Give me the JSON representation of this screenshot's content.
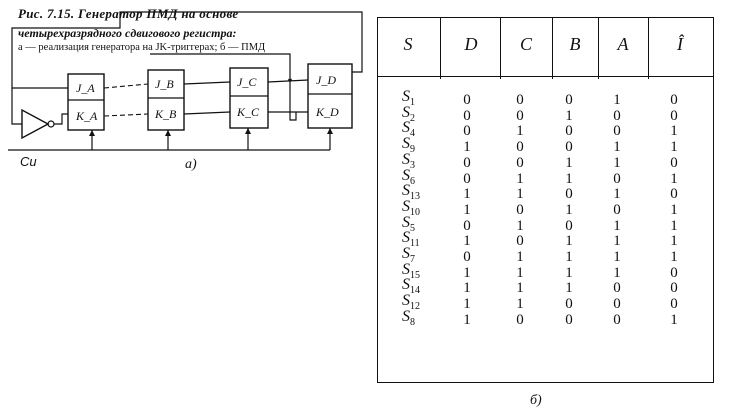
{
  "caption": {
    "line1": "Рис.    7.15.    Генератор   ПМД    на    основе",
    "line2": "четырехразрядного сдвигового регистра:",
    "line3": "а — реализация генератора на JK-триггерах; б — ПМД"
  },
  "circuit": {
    "flipflops": [
      {
        "j": "J_A",
        "k": "K_A"
      },
      {
        "j": "J_B",
        "k": "K_B"
      },
      {
        "j": "J_C",
        "k": "K_C"
      },
      {
        "j": "J_D",
        "k": "K_D"
      }
    ],
    "clock_label": "Си",
    "sublabel": "а)"
  },
  "table": {
    "headers": [
      "S",
      "D",
      "C",
      "B",
      "A",
      "Î"
    ],
    "rows": [
      {
        "s": "S",
        "n": "1",
        "vals": [
          "0",
          "0",
          "0",
          "1",
          "0"
        ]
      },
      {
        "s": "S",
        "n": "2",
        "vals": [
          "0",
          "0",
          "1",
          "0",
          "0"
        ]
      },
      {
        "s": "S",
        "n": "4",
        "vals": [
          "0",
          "1",
          "0",
          "0",
          "1"
        ]
      },
      {
        "s": "S",
        "n": "9",
        "vals": [
          "1",
          "0",
          "0",
          "1",
          "1"
        ]
      },
      {
        "s": "S",
        "n": "3",
        "vals": [
          "0",
          "0",
          "1",
          "1",
          "0"
        ]
      },
      {
        "s": "S",
        "n": "6",
        "vals": [
          "0",
          "1",
          "1",
          "0",
          "1"
        ]
      },
      {
        "s": "S",
        "n": "13",
        "vals": [
          "1",
          "1",
          "0",
          "1",
          "0"
        ]
      },
      {
        "s": "S",
        "n": "10",
        "vals": [
          "1",
          "0",
          "1",
          "0",
          "1"
        ]
      },
      {
        "s": "S",
        "n": "5",
        "vals": [
          "0",
          "1",
          "0",
          "1",
          "1"
        ]
      },
      {
        "s": "S",
        "n": "11",
        "vals": [
          "1",
          "0",
          "1",
          "1",
          "1"
        ]
      },
      {
        "s": "S",
        "n": "7",
        "vals": [
          "0",
          "1",
          "1",
          "1",
          "1"
        ]
      },
      {
        "s": "S",
        "n": "15",
        "vals": [
          "1",
          "1",
          "1",
          "1",
          "0"
        ]
      },
      {
        "s": "S",
        "n": "14",
        "vals": [
          "1",
          "1",
          "1",
          "0",
          "0"
        ]
      },
      {
        "s": "S",
        "n": "12",
        "vals": [
          "1",
          "1",
          "0",
          "0",
          "0"
        ]
      },
      {
        "s": "S",
        "n": "8",
        "vals": [
          "1",
          "0",
          "0",
          "0",
          "1"
        ]
      }
    ],
    "sublabel": "б)"
  }
}
